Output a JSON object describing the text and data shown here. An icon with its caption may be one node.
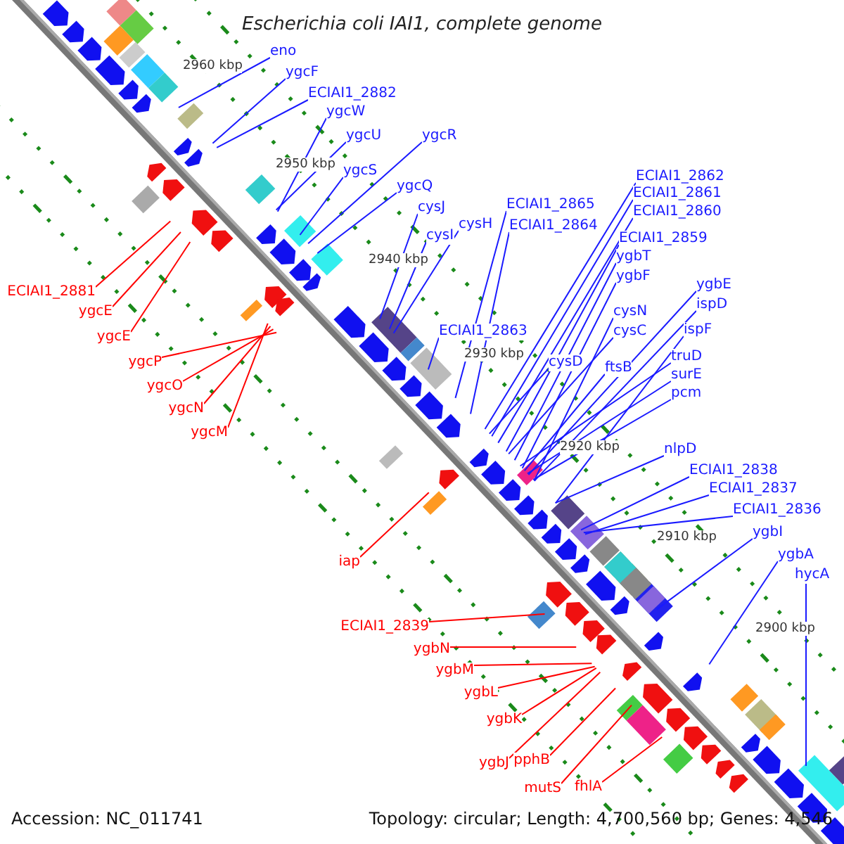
{
  "diagram": {
    "title": "Escherichia coli IAI1, complete genome",
    "nodes": [
      {
        "text": [
          "eno"
        ]
      },
      {
        "text": [
          "ygcF"
        ]
      },
      {
        "text": [
          "ECIAI1_2882"
        ]
      },
      {
        "text": [
          "ygcW"
        ]
      },
      {
        "text": [
          "ygcU"
        ]
      },
      {
        "text": [
          "ygcS"
        ]
      },
      {
        "text": [
          "ygcR"
        ]
      },
      {
        "text": [
          "ygcQ"
        ]
      },
      {
        "text": [
          "cysJ"
        ]
      },
      {
        "text": [
          "cysI"
        ]
      },
      {
        "text": [
          "cysH"
        ]
      },
      {
        "text": [
          "ECIAI1_2865"
        ]
      },
      {
        "text": [
          "ECIAI1_2864"
        ]
      },
      {
        "text": [
          "ECIAI1_2863"
        ]
      },
      {
        "text": [
          "ECIAI1_2862"
        ]
      },
      {
        "text": [
          "ECIAI1_2861"
        ]
      },
      {
        "text": [
          "ECIAI1_2860"
        ]
      },
      {
        "text": [
          "ECIAI1_2859"
        ]
      },
      {
        "text": [
          "ygbT"
        ]
      },
      {
        "text": [
          "ygbF"
        ]
      },
      {
        "text": [
          "ygbE"
        ]
      },
      {
        "text": [
          "ispD"
        ]
      },
      {
        "text": [
          "cysN"
        ]
      },
      {
        "text": [
          "cysC"
        ]
      },
      {
        "text": [
          "ispF"
        ]
      },
      {
        "text": [
          "cysD"
        ]
      },
      {
        "text": [
          "ftsB"
        ]
      },
      {
        "text": [
          "truD"
        ]
      },
      {
        "text": [
          "surE"
        ]
      },
      {
        "text": [
          "pcm"
        ]
      },
      {
        "text": [
          "nlpD"
        ]
      },
      {
        "text": [
          "ECIAI1_2838"
        ]
      },
      {
        "text": [
          "ECIAI1_2837"
        ]
      },
      {
        "text": [
          "ECIAI1_2836"
        ]
      },
      {
        "text": [
          "ygbI"
        ]
      },
      {
        "text": [
          "ygbA"
        ]
      },
      {
        "text": [
          "hycA"
        ]
      },
      {
        "text": [
          "ECIAI1_2881"
        ]
      },
      {
        "text": [
          "ygcE"
        ]
      },
      {
        "text": [
          "ygcE"
        ]
      },
      {
        "text": [
          "ygcP"
        ]
      },
      {
        "text": [
          "ygcO"
        ]
      },
      {
        "text": [
          "ygcN"
        ]
      },
      {
        "text": [
          "ygcM"
        ]
      },
      {
        "text": [
          "iap"
        ]
      },
      {
        "text": [
          "ECIAI1_2839"
        ]
      },
      {
        "text": [
          "ygbN"
        ]
      },
      {
        "text": [
          "ygbM"
        ]
      },
      {
        "text": [
          "ygbL"
        ]
      },
      {
        "text": [
          "ygbK"
        ]
      },
      {
        "text": [
          "ygbJ"
        ]
      },
      {
        "text": [
          "pphB"
        ]
      },
      {
        "text": [
          "mutS"
        ]
      },
      {
        "text": [
          "fhlA"
        ]
      }
    ],
    "edges": [
      {
        "from": 0,
        "to": null,
        "arrow": "none"
      },
      {
        "from": 1,
        "to": null,
        "arrow": "none"
      },
      {
        "from": 2,
        "to": null,
        "arrow": "none"
      },
      {
        "from": 3,
        "to": null,
        "arrow": "none"
      },
      {
        "from": 4,
        "to": null,
        "arrow": "none"
      },
      {
        "from": 5,
        "to": null,
        "arrow": "none"
      },
      {
        "from": 6,
        "to": null,
        "arrow": "none"
      },
      {
        "from": 7,
        "to": null,
        "arrow": "none"
      },
      {
        "from": 8,
        "to": null,
        "arrow": "none"
      },
      {
        "from": 9,
        "to": null,
        "arrow": "none"
      },
      {
        "from": 10,
        "to": null,
        "arrow": "none"
      },
      {
        "from": 11,
        "to": null,
        "arrow": "none"
      },
      {
        "from": 12,
        "to": null,
        "arrow": "none"
      },
      {
        "from": 13,
        "to": null,
        "arrow": "none"
      },
      {
        "from": 14,
        "to": null,
        "arrow": "none"
      },
      {
        "from": 15,
        "to": null,
        "arrow": "none"
      },
      {
        "from": 16,
        "to": null,
        "arrow": "none"
      },
      {
        "from": 17,
        "to": null,
        "arrow": "none"
      },
      {
        "from": 18,
        "to": null,
        "arrow": "none"
      },
      {
        "from": 19,
        "to": null,
        "arrow": "none"
      },
      {
        "from": 20,
        "to": null,
        "arrow": "none"
      },
      {
        "from": 21,
        "to": null,
        "arrow": "none"
      },
      {
        "from": 22,
        "to": null,
        "arrow": "none"
      },
      {
        "from": 23,
        "to": null,
        "arrow": "none"
      },
      {
        "from": 24,
        "to": null,
        "arrow": "none"
      },
      {
        "from": 25,
        "to": null,
        "arrow": "none"
      },
      {
        "from": 26,
        "to": null,
        "arrow": "none"
      },
      {
        "from": 27,
        "to": null,
        "arrow": "none"
      },
      {
        "from": 28,
        "to": null,
        "arrow": "none"
      },
      {
        "from": 29,
        "to": null,
        "arrow": "none"
      },
      {
        "from": 30,
        "to": null,
        "arrow": "none"
      },
      {
        "from": 31,
        "to": null,
        "arrow": "none"
      },
      {
        "from": 32,
        "to": null,
        "arrow": "none"
      },
      {
        "from": 33,
        "to": null,
        "arrow": "none"
      },
      {
        "from": 34,
        "to": null,
        "arrow": "none"
      },
      {
        "from": 35,
        "to": null,
        "arrow": "none"
      },
      {
        "from": 36,
        "to": null,
        "arrow": "none"
      },
      {
        "from": 37,
        "to": null,
        "arrow": "none",
        "color": "#ff0000"
      },
      {
        "from": 38,
        "to": null,
        "arrow": "none",
        "color": "#ff0000"
      },
      {
        "from": 39,
        "to": null,
        "arrow": "none",
        "color": "#ff0000"
      },
      {
        "from": 40,
        "to": null,
        "arrow": "none",
        "color": "#ff0000"
      },
      {
        "from": 41,
        "to": null,
        "arrow": "none",
        "color": "#ff0000"
      },
      {
        "from": 42,
        "to": null,
        "arrow": "none",
        "color": "#ff0000"
      },
      {
        "from": 43,
        "to": null,
        "arrow": "none",
        "color": "#ff0000"
      },
      {
        "from": 44,
        "to": null,
        "arrow": "none",
        "color": "#ff0000"
      },
      {
        "from": 45,
        "to": null,
        "arrow": "none",
        "color": "#ff0000"
      },
      {
        "from": 46,
        "to": null,
        "arrow": "none",
        "color": "#ff0000"
      },
      {
        "from": 47,
        "to": null,
        "arrow": "none",
        "color": "#ff0000"
      },
      {
        "from": 48,
        "to": null,
        "arrow": "none",
        "color": "#ff0000"
      },
      {
        "from": 49,
        "to": null,
        "arrow": "none",
        "color": "#ff0000"
      },
      {
        "from": 50,
        "to": null,
        "arrow": "none",
        "color": "#ff0000"
      },
      {
        "from": 51,
        "to": null,
        "arrow": "none",
        "color": "#ff0000"
      },
      {
        "from": 52,
        "to": null,
        "arrow": "none",
        "color": "#ff0000"
      },
      {
        "from": 53,
        "to": null,
        "arrow": "none",
        "color": "#ff0000"
      }
    ],
    "labels": [
      "2960 kbp",
      "2950 kbp",
      "2940 kbp",
      "2930 kbp",
      "2920 kbp",
      "2910 kbp",
      "2900 kbp",
      "Accession: NC_011741",
      "Topology: circular; Length: 4,700,560 bp; Genes: 4,546"
    ]
  }
}
